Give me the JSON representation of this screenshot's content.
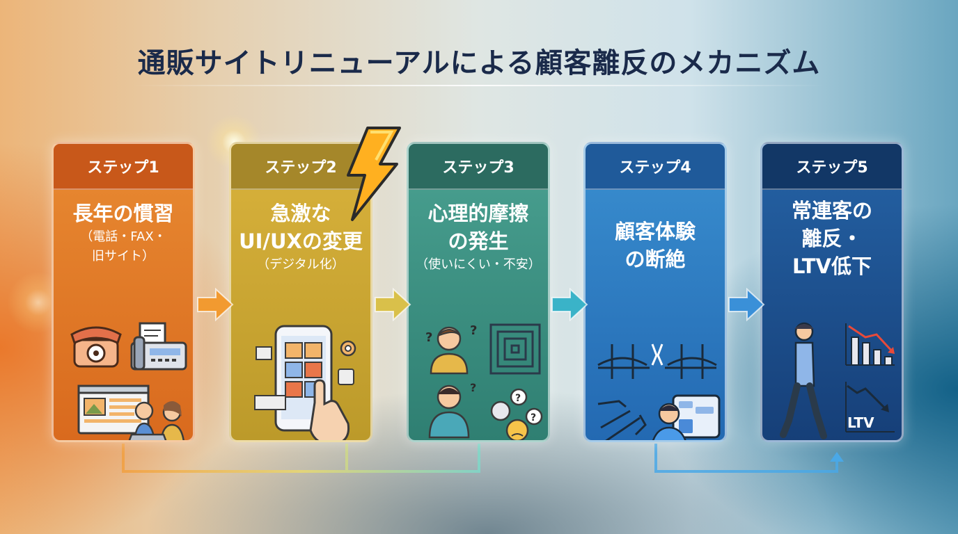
{
  "title": "通販サイトリニューアルによる顧客離反のメカニズム",
  "steps": [
    {
      "label": "ステップ1",
      "title_lines": [
        "長年の慣習"
      ],
      "sub_lines": [
        "（電話・FAX・",
        "旧サイト）"
      ],
      "icons": [
        "telephone-icon",
        "fax-icon",
        "old-website-icon",
        "elderly-couple-laptop-icon"
      ]
    },
    {
      "label": "ステップ2",
      "title_lines": [
        "急激な",
        "UI/UXの変更"
      ],
      "sub_lines": [
        "（デジタル化）"
      ],
      "icons": [
        "smartphone-ui-icon",
        "tapping-hand-icon",
        "gear-icon",
        "lightning-icon"
      ]
    },
    {
      "label": "ステップ3",
      "title_lines": [
        "心理的摩擦",
        "の発生"
      ],
      "sub_lines": [
        "（使いにくい・不安）"
      ],
      "icons": [
        "confused-person-icon",
        "maze-icon",
        "frustrated-person-icon",
        "worried-faces-icon"
      ]
    },
    {
      "label": "ステップ4",
      "title_lines": [
        "顧客体験",
        "の断絶"
      ],
      "sub_lines": [],
      "icons": [
        "broken-bridge-icon",
        "broken-line-icon",
        "user-at-computer-icon"
      ]
    },
    {
      "label": "ステップ5",
      "title_lines": [
        "常連客の",
        "離反・",
        "LTV低下"
      ],
      "sub_lines": [],
      "chart_label": "LTV",
      "icons": [
        "walking-away-icon",
        "declining-bar-chart-icon",
        "ltv-decline-chart-icon"
      ]
    }
  ],
  "colors": {
    "step1": "#d96a1e",
    "step2": "#bc9a2a",
    "step3": "#2f7f72",
    "step4": "#2369b2",
    "step5": "#163f78",
    "title": "#1a2a4a"
  }
}
